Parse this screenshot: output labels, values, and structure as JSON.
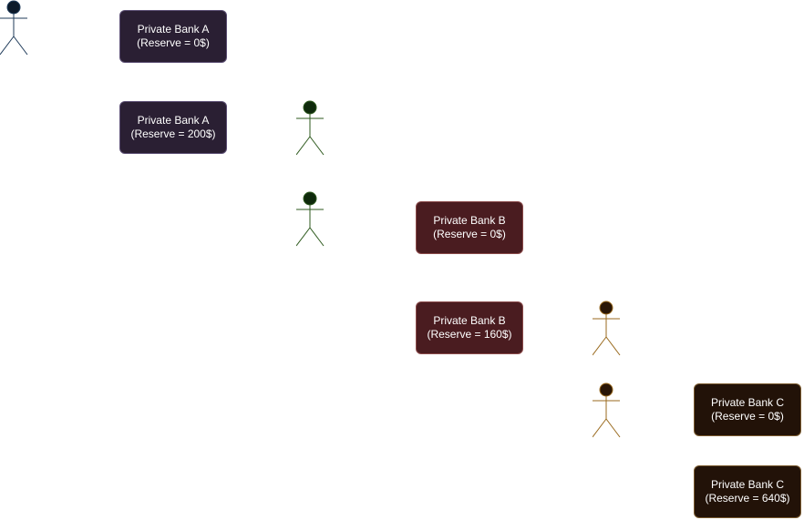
{
  "banks": [
    {
      "name": "Private Bank A",
      "reserve": "(Reserve = 0$)"
    },
    {
      "name": "Private Bank A",
      "reserve": "(Reserve = 200$)"
    },
    {
      "name": "Private Bank B",
      "reserve": "(Reserve = 0$)"
    },
    {
      "name": "Private Bank B",
      "reserve": "(Reserve = 160$)"
    },
    {
      "name": "Private Bank C",
      "reserve": "(Reserve = 0$)"
    },
    {
      "name": "Private Bank C",
      "reserve": "(Reserve = 640$)"
    }
  ],
  "colors": {
    "actor_navy": "#1f3b5a",
    "actor_green": "#2e5a1e",
    "actor_amber": "#9a6a1e",
    "bank_a": "#2a1f33",
    "bank_b": "#4a1c20",
    "bank_c": "#221208"
  },
  "actors": [
    {
      "icon": "stick-figure-icon",
      "color": "navy"
    },
    {
      "icon": "stick-figure-icon",
      "color": "green"
    },
    {
      "icon": "stick-figure-icon",
      "color": "green"
    },
    {
      "icon": "stick-figure-icon",
      "color": "amber"
    },
    {
      "icon": "stick-figure-icon",
      "color": "amber"
    }
  ]
}
